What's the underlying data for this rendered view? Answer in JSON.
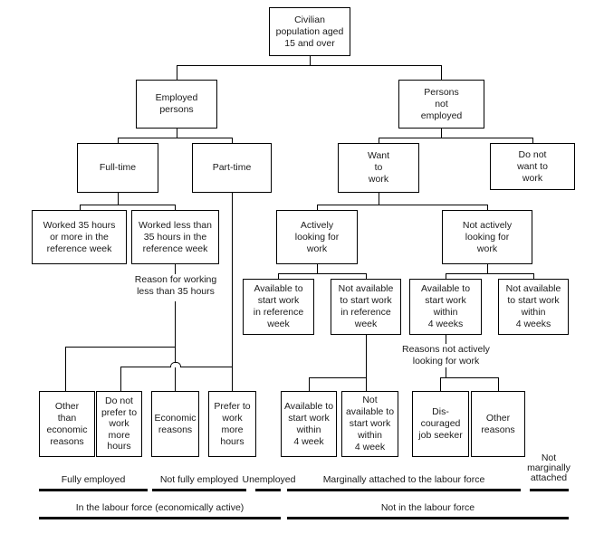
{
  "nodes": {
    "civilian": "Civilian\npopulation aged\n15 and over",
    "employed": "Employed\npersons",
    "not_employed": "Persons\nnot\nemployed",
    "full_time": "Full-time",
    "part_time": "Part-time",
    "want_work": "Want\nto\nwork",
    "not_want_work": "Do not\nwant to\nwork",
    "worked_35_or_more": "Worked 35 hours\nor more in the\nreference week",
    "worked_less_35": "Worked less than\n35 hours in the\nreference week",
    "actively_looking": "Actively\nlooking for\nwork",
    "not_actively_looking": "Not actively\nlooking for\nwork",
    "available_ref_week": "Available to\nstart work\nin reference\nweek",
    "not_available_ref_week": "Not available\nto start work\nin reference\nweek",
    "available_4_weeks": "Available to\nstart work\nwithin\n4 weeks",
    "not_available_4_weeks": "Not available\nto start work\nwithin\n4 weeks",
    "other_than_economic": "Other\nthan\neconomic\nreasons",
    "do_not_prefer": "Do not\nprefer to\nwork\nmore\nhours",
    "economic_reasons": "Economic\nreasons",
    "prefer_more_hours": "Prefer to\nwork\nmore\nhours",
    "available_4_week": "Available to\nstart work\nwithin\n4 week",
    "not_available_4_week": "Not\navailable to\nstart work\nwithin\n4 week",
    "discouraged": "Dis-\ncouraged\njob seeker",
    "other_reasons": "Other\nreasons"
  },
  "annotations": {
    "reason_working": "Reason for working\nless than 35 hours",
    "reasons_not_looking": "Reasons not actively\nlooking for work"
  },
  "bottom": {
    "fully_employed": "Fully employed",
    "not_fully_employed": "Not fully employed",
    "unemployed": "Unemployed",
    "marginally_attached": "Marginally attached to the labour force",
    "not_marginally_attached": "Not\nmarginally\nattached",
    "in_labour_force": "In the labour force (economically active)",
    "not_in_labour_force": "Not in the labour force"
  }
}
